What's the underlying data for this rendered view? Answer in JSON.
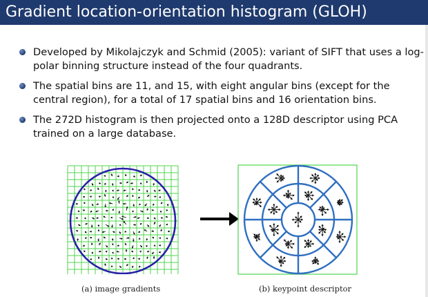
{
  "slide": {
    "title": "Gradient location-orientation histogram (GLOH)",
    "bullets": [
      "Developed by Mikolajczyk and Schmid (2005): variant of SIFT that uses a log-polar binning structure instead of the four quadrants.",
      "The spatial bins are 11, and 15, with eight angular bins (except for the central region), for a total of 17 spatial bins and 16 orientation bins.",
      "The 272D histogram is then projected onto a 128D descriptor using PCA trained on a large database."
    ]
  },
  "figure": {
    "caption_a": "(a) image gradients",
    "caption_b": "(b) keypoint descriptor"
  },
  "colors": {
    "title_bar": "#1f3a6e",
    "grid": "#4cd64c",
    "circle": "#2a1fa8",
    "descriptor": "#2f6fc0"
  }
}
